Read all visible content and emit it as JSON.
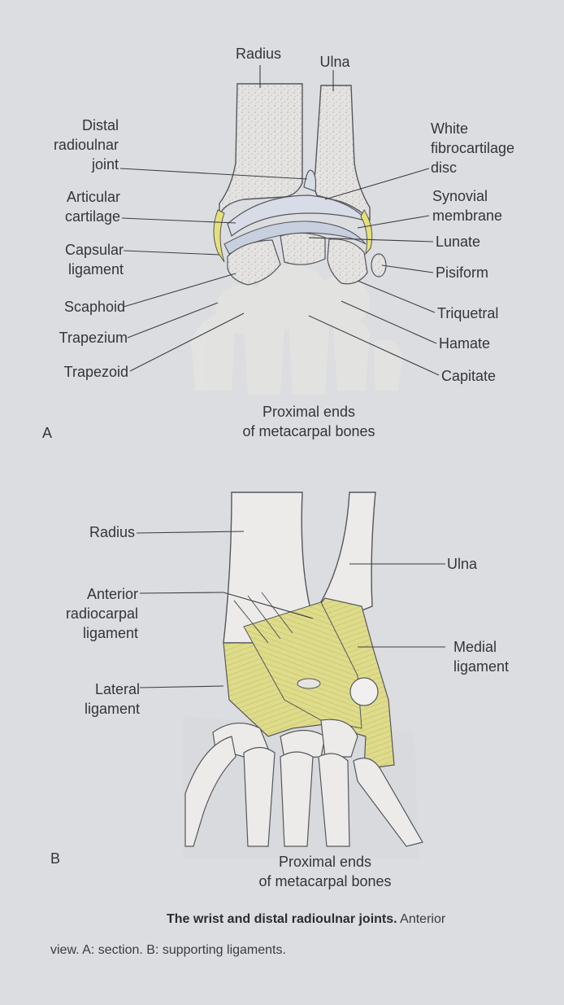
{
  "panel_a": {
    "letter": "A",
    "labels": {
      "radius": "Radius",
      "ulna": "Ulna",
      "distal_radioulnar_joint": "Distal\nradioulnar\njoint",
      "articular_cartilage": "Articular\ncartilage",
      "capsular_ligament": "Capsular\nligament",
      "scaphoid": "Scaphoid",
      "trapezium": "Trapezium",
      "trapezoid": "Trapezoid",
      "white_fibrocartilage_disc": "White\nfibrocartilage\ndisc",
      "synovial_membrane": "Synovial\nmembrane",
      "lunate": "Lunate",
      "pisiform": "Pisiform",
      "triquetral": "Triquetral",
      "hamate": "Hamate",
      "capitate": "Capitate",
      "metacarpal_ends": "Proximal ends\nof metacarpal bones"
    }
  },
  "panel_b": {
    "letter": "B",
    "labels": {
      "radius": "Radius",
      "anterior_radiocarpal_ligament": "Anterior\nradiocarpal\nligament",
      "lateral_ligament": "Lateral\nligament",
      "ulna": "Ulna",
      "medial_ligament": "Medial\nligament",
      "metacarpal_ends": "Proximal ends\nof metacarpal bones"
    }
  },
  "caption": {
    "bold": "The wrist and distal radioulnar joints.",
    "line1_rest": " Anterior",
    "line2": "view. A: section. B: supporting ligaments."
  },
  "colors": {
    "bone": "#ecebea",
    "bone_outline": "#55575c",
    "cancellous": "#cfcfcd",
    "ligament": "#dfdd8c",
    "cartilage": "#d7dce6",
    "synovial_yellow": "#e6e07a"
  }
}
